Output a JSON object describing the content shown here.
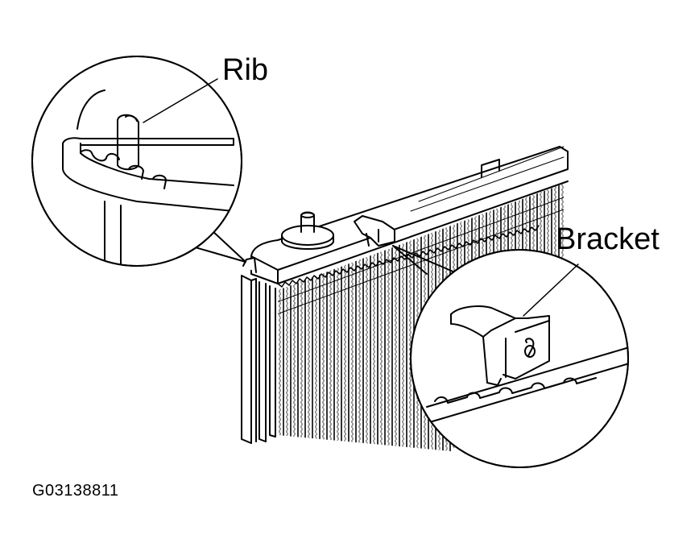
{
  "labels": {
    "rib": "Rib",
    "bracket": "Bracket"
  },
  "figure_id": "G03138811",
  "colors": {
    "line": "#000000",
    "background": "#ffffff"
  }
}
